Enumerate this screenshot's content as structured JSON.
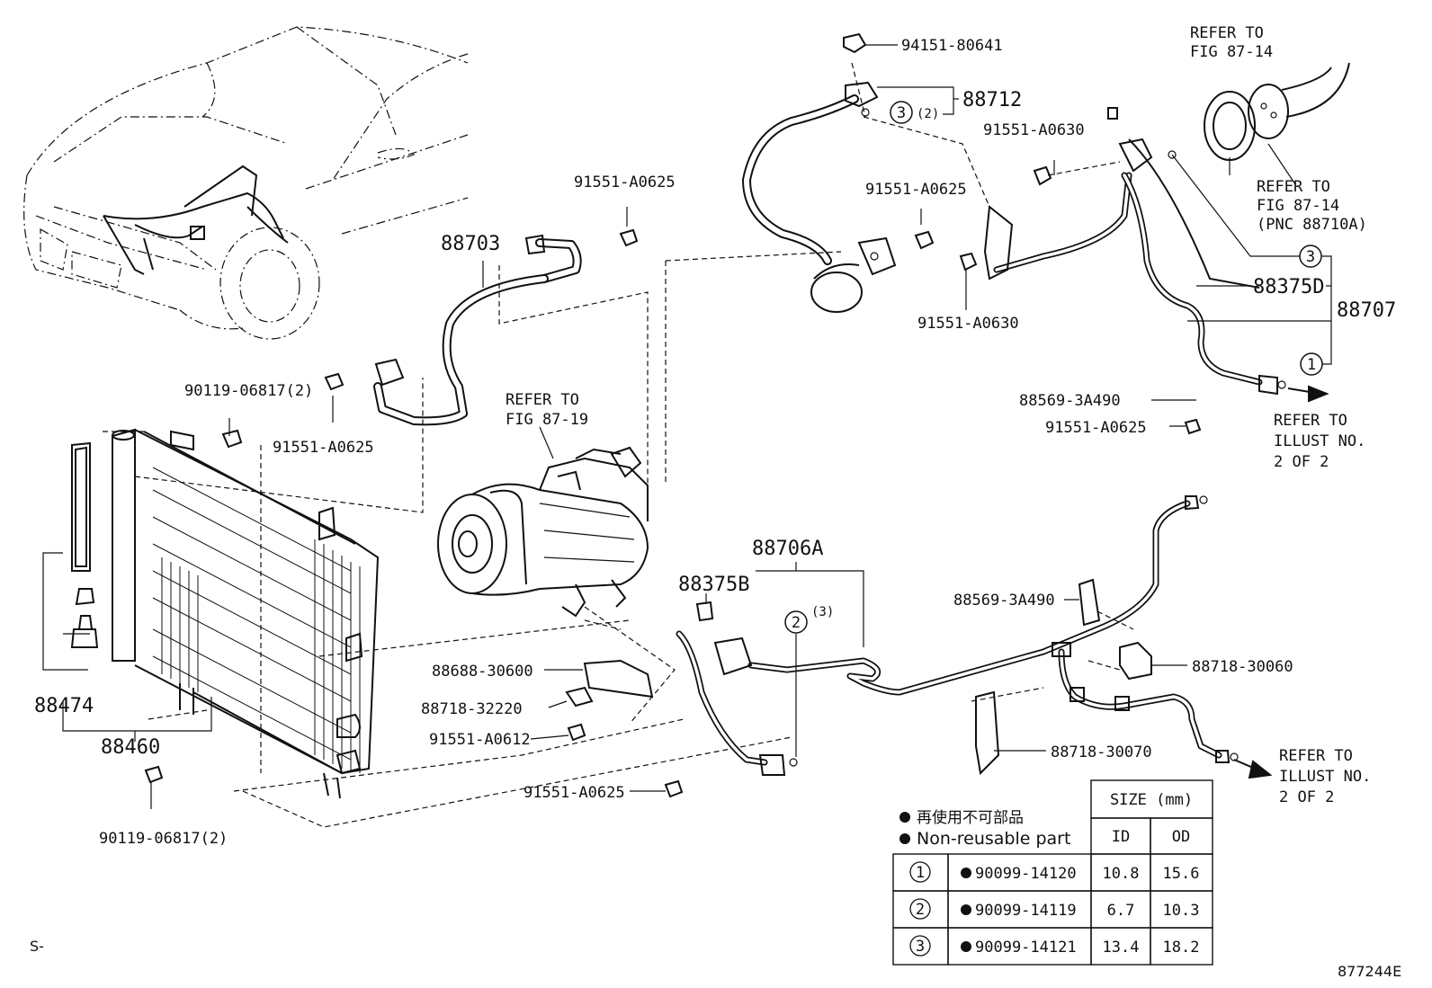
{
  "labels": {
    "p94151_80641": "94151-80641",
    "p88712": "88712",
    "p88712_note": "(2)",
    "p91551_A0630_top": "91551-A0630",
    "refer_87_14_a_1": "REFER TO",
    "refer_87_14_a_2": "FIG 87-14",
    "refer_87_14_b_1": "REFER TO",
    "refer_87_14_b_2": "FIG 87-14",
    "refer_87_14_b_3": "(PNC 88710A)",
    "p91551_A0625_mid": "91551-A0625",
    "p91551_A0625_top": "91551-A0625",
    "p88703": "88703",
    "p88375D": "88375D",
    "p88707": "88707",
    "p91551_A0630_mid": "91551-A0630",
    "p88569_3A490_top": "88569-3A490",
    "p91551_A0625_right": "91551-A0625",
    "refer_illust_a_1": "REFER TO",
    "refer_illust_a_2": "ILLUST NO.",
    "refer_illust_a_3": "2 OF 2",
    "p90119_06817_top": "90119-06817(2)",
    "p91551_A0625_left": "91551-A0625",
    "refer_87_19_1": "REFER TO",
    "refer_87_19_2": "FIG 87-19",
    "p88706A": "88706A",
    "p88375B": "88375B",
    "p88706A_note": "(3)",
    "p88569_3A490_mid": "88569-3A490",
    "p88718_30060": "88718-30060",
    "p88688_30600": "88688-30600",
    "p88474": "88474",
    "p88718_32220": "88718-32220",
    "p88460": "88460",
    "p91551_A0612": "91551-A0612",
    "p88718_30070": "88718-30070",
    "refer_illust_b_1": "REFER TO",
    "refer_illust_b_2": "ILLUST NO.",
    "refer_illust_b_3": "2 OF 2",
    "p91551_A0625_bottom": "91551-A0625",
    "p90119_06817_bottom": "90119-06817(2)",
    "page_marker": "S-",
    "figure_id": "877244E"
  },
  "callouts": {
    "c1": "1",
    "c2": "2",
    "c3": "3"
  },
  "legend": {
    "jp": "再使用不可部品",
    "en": "Non-reusable part"
  },
  "size_table": {
    "header": "SIZE (mm)",
    "col_id": "ID",
    "col_od": "OD",
    "rows": [
      {
        "ref": "1",
        "part": "90099-14120",
        "id": "10.8",
        "od": "15.6"
      },
      {
        "ref": "2",
        "part": "90099-14119",
        "id": "6.7",
        "od": "10.3"
      },
      {
        "ref": "3",
        "part": "90099-14121",
        "id": "13.4",
        "od": "18.2"
      }
    ]
  }
}
